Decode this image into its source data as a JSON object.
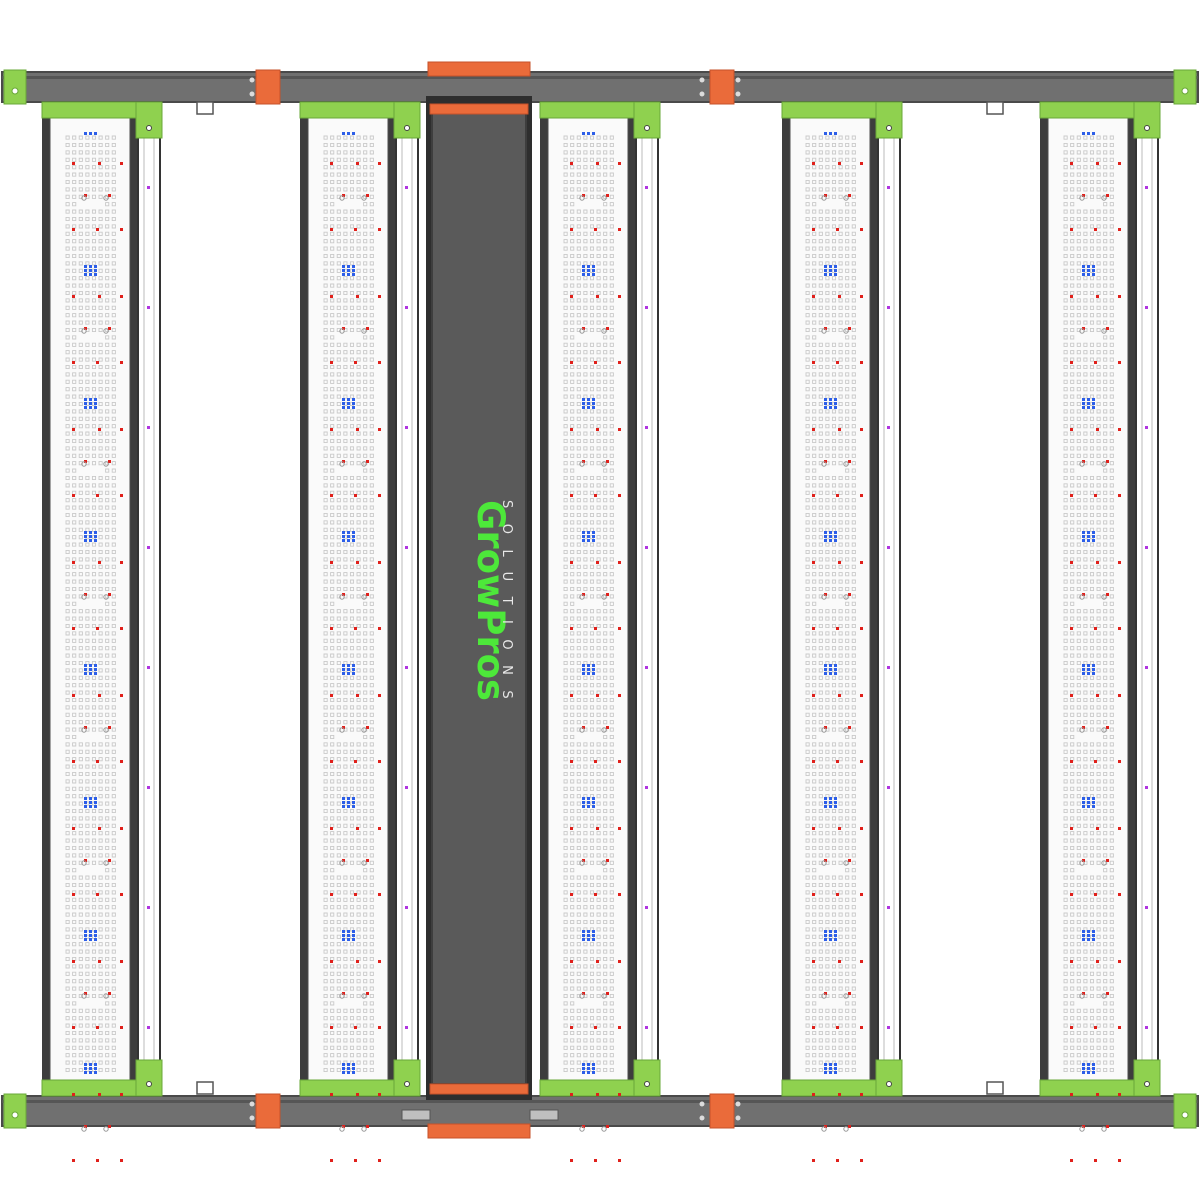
{
  "product": {
    "brand_name": "GrowPros",
    "brand_sub": "SOLUTIONS",
    "bar_count": 5
  },
  "icons": {
    "logo": "growpros-logo-icon",
    "led_bar": "led-bar-icon",
    "driver": "driver-box-icon"
  },
  "colors": {
    "frame": "#707070",
    "frame_dark": "#565656",
    "frame_edge": "#4a4a4a",
    "green": "#8fd14f",
    "green_dark": "#6aa83a",
    "orange": "#ea6b3a",
    "orange_dark": "#c5522a",
    "driver": "#5a5a5a",
    "driver_dark": "#3e3e3e",
    "panel": "#fafafa",
    "panel_edge": "#4d4d4d",
    "led_white": "#c9c9c9",
    "led_red": "#e0201b",
    "led_blue": "#2c5ee8",
    "led_purple": "#b035e0",
    "logo_green": "#4de83a",
    "logo_gray": "#e8e8e8"
  }
}
